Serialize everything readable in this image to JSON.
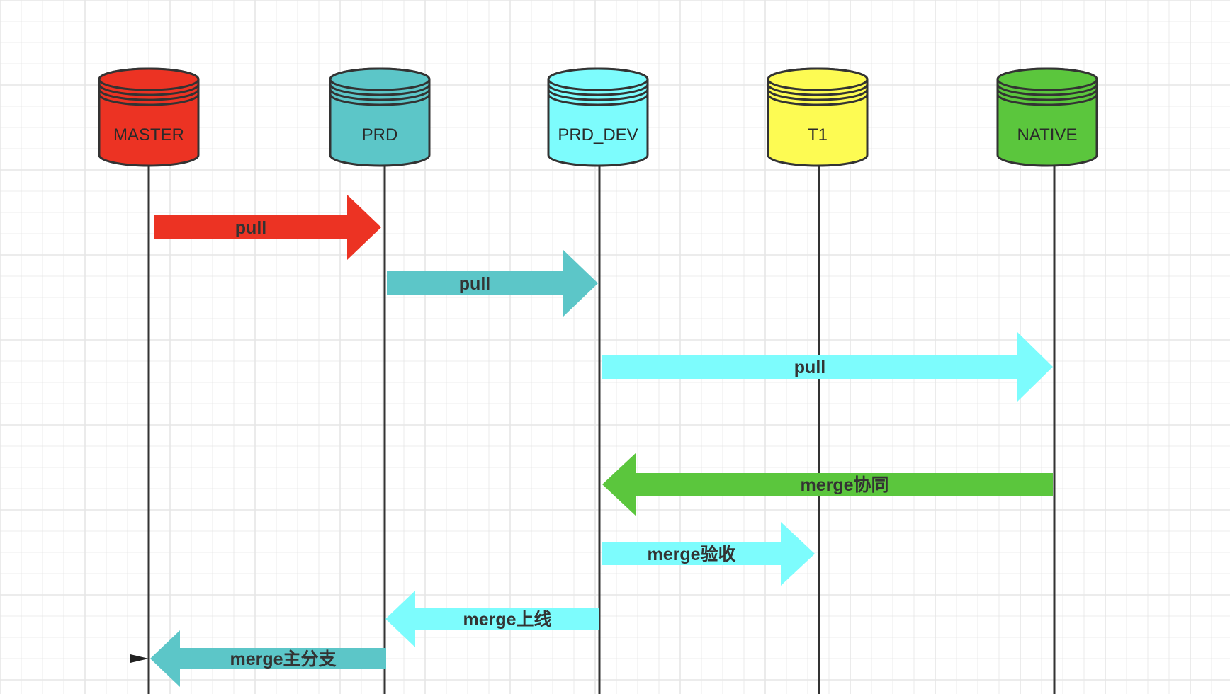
{
  "nodes": [
    {
      "id": "master",
      "label": "MASTER",
      "color": "#EC3323"
    },
    {
      "id": "prd",
      "label": "PRD",
      "color": "#5CC6C8"
    },
    {
      "id": "prd_dev",
      "label": "PRD_DEV",
      "color": "#7DFCFD"
    },
    {
      "id": "t1",
      "label": "T1",
      "color": "#FDFB53"
    },
    {
      "id": "native",
      "label": "NATIVE",
      "color": "#5BC63D"
    }
  ],
  "arrows": [
    {
      "id": "pull-master-prd",
      "label": "pull",
      "from": "master",
      "to": "prd",
      "color": "#EC3323"
    },
    {
      "id": "pull-prd-prddev",
      "label": "pull",
      "from": "prd",
      "to": "prd_dev",
      "color": "#5CC6C8"
    },
    {
      "id": "pull-prddev-native",
      "label": "pull",
      "from": "prd_dev",
      "to": "native",
      "color": "#7DFCFD"
    },
    {
      "id": "merge-native-prddev",
      "label": "merge协同",
      "from": "native",
      "to": "prd_dev",
      "color": "#5BC63D"
    },
    {
      "id": "merge-prddev-t1",
      "label": "merge验收",
      "from": "prd_dev",
      "to": "t1",
      "color": "#7DFCFD"
    },
    {
      "id": "merge-prddev-prd",
      "label": "merge上线",
      "from": "prd_dev",
      "to": "prd",
      "color": "#7DFCFD"
    },
    {
      "id": "merge-prd-master",
      "label": "merge主分支",
      "from": "prd",
      "to": "master",
      "color": "#5CC6C8"
    }
  ],
  "colors": {
    "grid": "#e6e6e6",
    "lifeline": "#333333",
    "outline": "#333333"
  }
}
